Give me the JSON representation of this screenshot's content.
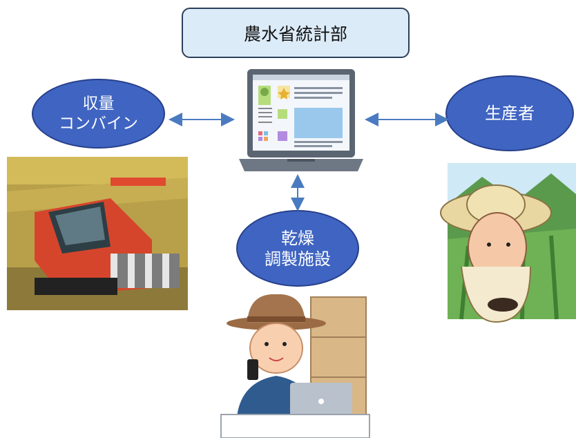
{
  "nodes": {
    "top": {
      "label": "農水省統計部"
    },
    "left": {
      "line1": "収量",
      "line2": "コンバイン"
    },
    "right": {
      "label": "生産者"
    },
    "center": {
      "line1": "乾燥",
      "line2": "調製施設"
    }
  },
  "colors": {
    "ellipse_fill": "#3f64c1",
    "title_fill": "#dcebf8",
    "arrow": "#4a7bc0"
  },
  "icons": [
    "laptop-icon",
    "combine-harvester-image",
    "farmer-elder-image",
    "farmer-worker-image"
  ]
}
